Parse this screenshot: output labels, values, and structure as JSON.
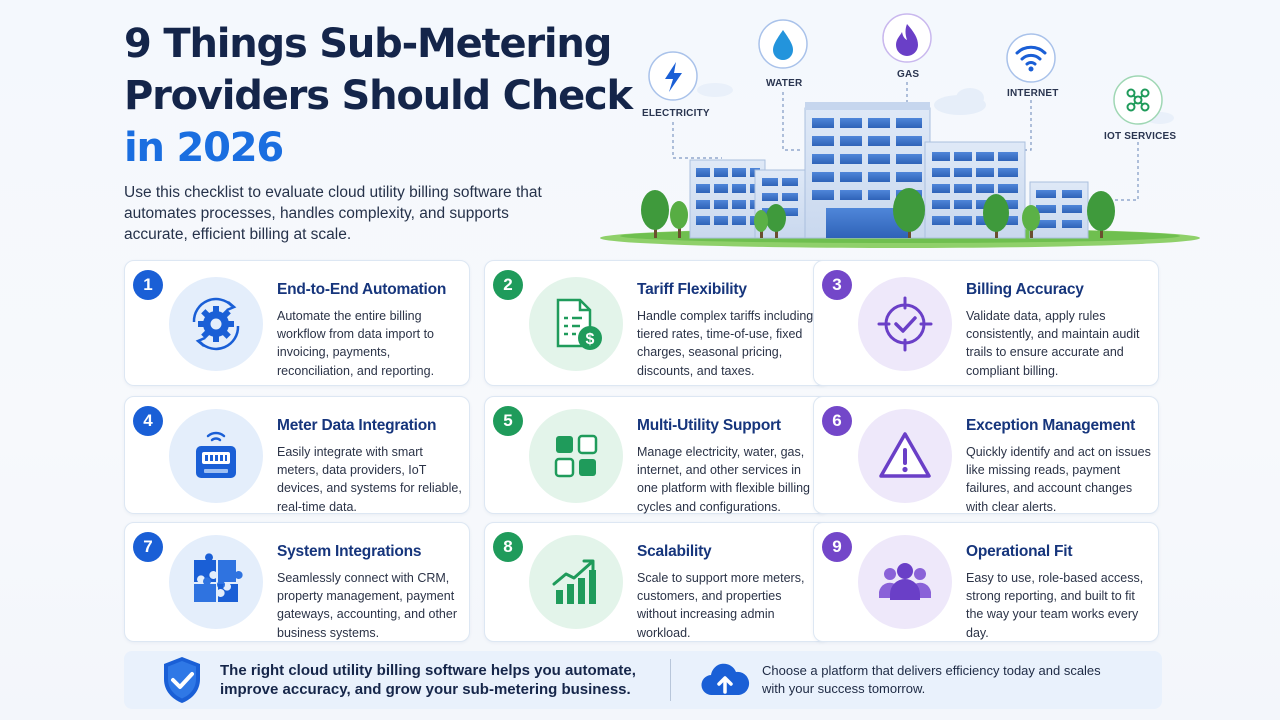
{
  "header": {
    "title_line1": "9 Things Sub-Metering",
    "title_line2": "Providers Should Check",
    "title_line3": "in 2026",
    "subtitle": "Use this checklist to evaluate cloud utility billing software that automates processes, handles complexity, and supports accurate, efficient billing at scale."
  },
  "hero": {
    "labels": {
      "electricity": "ELECTRICITY",
      "water": "WATER",
      "gas": "GAS",
      "internet": "INTERNET",
      "iot": "IOT SERVICES"
    }
  },
  "colors": {
    "blue": "#1a5fd6",
    "green": "#1f9b5b",
    "purple": "#7347c9",
    "title_dark": "#14254a",
    "title_accent": "#1a6ee0"
  },
  "cards": [
    {
      "number": "1",
      "title": "End-to-End Automation",
      "desc": "Automate the entire billing workflow from data import to invoicing, payments, reconciliation, and reporting.",
      "icon": "gear-cycle-icon"
    },
    {
      "number": "2",
      "title": "Tariff Flexibility",
      "desc": "Handle complex tariffs including tiered rates, time-of-use, fixed charges, seasonal pricing, discounts, and taxes.",
      "icon": "document-dollar-icon"
    },
    {
      "number": "3",
      "title": "Billing Accuracy",
      "desc": "Validate data, apply rules consistently, and maintain audit trails to ensure accurate and compliant billing.",
      "icon": "target-check-icon"
    },
    {
      "number": "4",
      "title": "Meter Data Integration",
      "desc": "Easily integrate with smart meters, data providers, IoT devices, and systems for reliable, real-time data.",
      "icon": "smart-meter-icon"
    },
    {
      "number": "5",
      "title": "Multi-Utility Support",
      "desc": "Manage electricity, water, gas, internet, and other services in one platform with flexible billing cycles and configurations.",
      "icon": "grid-squares-icon"
    },
    {
      "number": "6",
      "title": "Exception Management",
      "desc": "Quickly identify and act on issues like missing reads, payment failures, and account changes with clear alerts.",
      "icon": "warning-triangle-icon"
    },
    {
      "number": "7",
      "title": "System Integrations",
      "desc": "Seamlessly connect with CRM, property management, payment gateways, accounting, and other business systems.",
      "icon": "puzzle-icon"
    },
    {
      "number": "8",
      "title": "Scalability",
      "desc": "Scale to support more meters, customers, and properties without increasing admin workload.",
      "icon": "growth-chart-icon"
    },
    {
      "number": "9",
      "title": "Operational Fit",
      "desc": "Easy to use, role-based access, strong reporting, and built to fit the way your team works every day.",
      "icon": "team-icon"
    }
  ],
  "footer": {
    "left_text": "The right cloud utility billing software helps you automate, improve accuracy, and grow your sub-metering business.",
    "right_text": "Choose a platform that delivers efficiency today and scales with your success tomorrow."
  }
}
